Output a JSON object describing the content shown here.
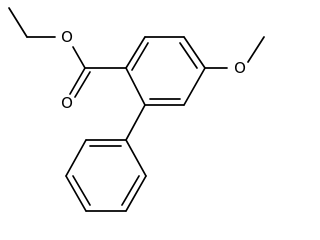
{
  "molecule": {
    "atom_labels": {
      "ester_ether_oxygen": "O",
      "carbonyl_oxygen": "O",
      "methoxy_oxygen": "O"
    }
  }
}
